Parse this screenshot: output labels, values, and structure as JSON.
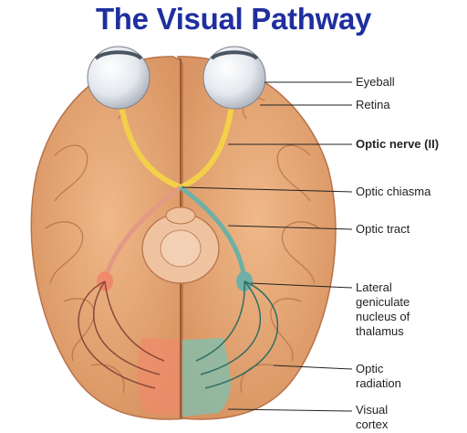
{
  "title": "The Visual Pathway",
  "labels": {
    "eyeball": "Eyeball",
    "retina": "Retina",
    "optic_nerve": "Optic nerve (II)",
    "optic_chiasma": "Optic chiasma",
    "optic_tract": "Optic tract",
    "lgn": [
      "Lateral",
      "geniculate",
      "nucleus of",
      "thalamus"
    ],
    "optic_radiation": [
      "Optic",
      "radiation"
    ],
    "visual_cortex": [
      "Visual",
      "cortex"
    ]
  },
  "colors": {
    "title": "#1f2f9e",
    "brain": "#e8a877",
    "brain_fold": "#b8724a",
    "optic_nerve": "#f2d04a",
    "left_pathway": "#e29a84",
    "right_pathway": "#6fb0a6",
    "left_cortex": "#f08a6a",
    "right_cortex": "#7cc1b2"
  }
}
